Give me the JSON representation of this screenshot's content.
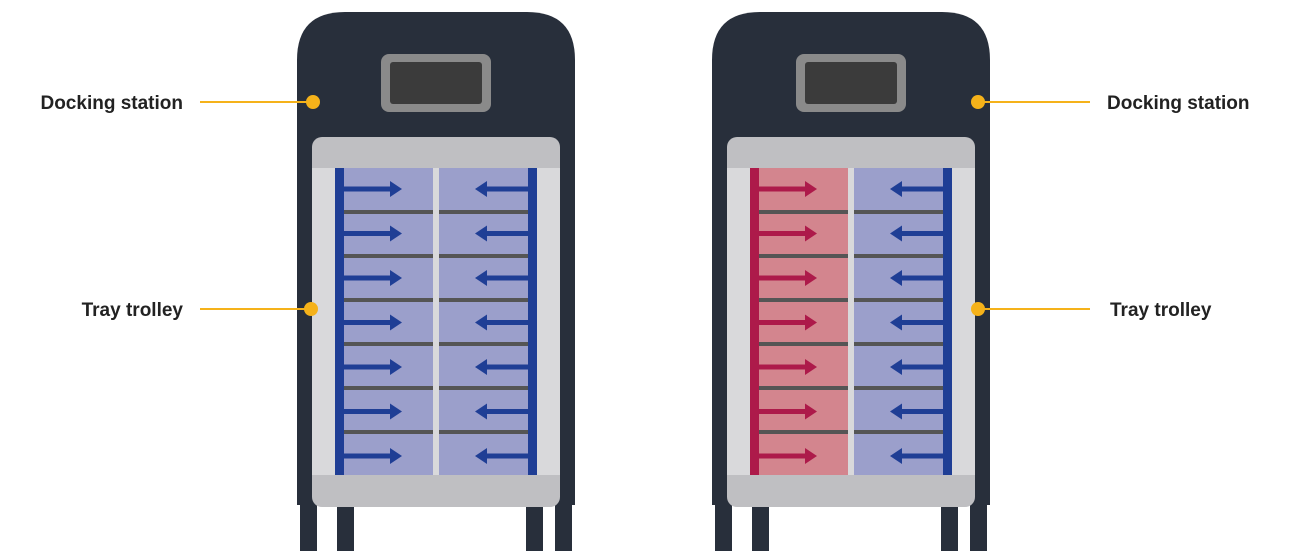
{
  "labels": {
    "docking_station": "Docking station",
    "tray_trolley": "Tray trolley"
  },
  "units": [
    {
      "name": "left",
      "left_zone": "cold",
      "right_zone": "cold"
    },
    {
      "name": "right",
      "left_zone": "hot",
      "right_zone": "cold"
    }
  ],
  "tray_rows": 7,
  "colors": {
    "body": "#282f3b",
    "screen_bezel": "#8a8a8a",
    "screen": "#3b3b3b",
    "trolley_frame": "#bfbfc2",
    "trolley_side": "#d9d9db",
    "cold_fill": "#9b9fcb",
    "cold_arrow": "#1f3e95",
    "hot_fill": "#d3858e",
    "hot_arrow": "#ad1a4a",
    "shelf": "#555555",
    "callout": "#f5b21a",
    "text": "#222222"
  }
}
